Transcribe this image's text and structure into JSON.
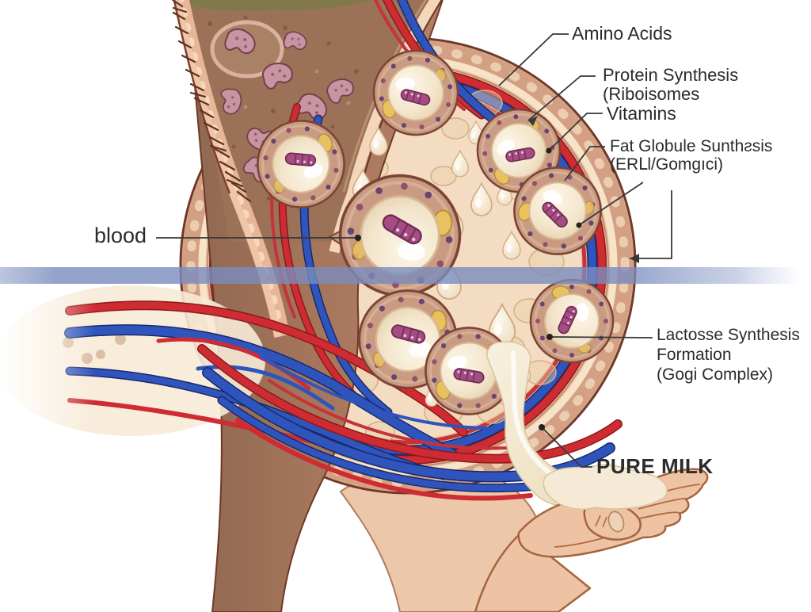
{
  "labels": {
    "blood": {
      "text": "blood"
    },
    "amino_acids": {
      "text": "Amino Acids"
    },
    "protein_synthesis": {
      "line1": "Protein Synthesis",
      "line2": "(Riboisomes"
    },
    "vitamins": {
      "text": "Vitamins"
    },
    "fat_globule": {
      "line1": "Fat Globule Sunthƨsis",
      "line2": "(ERԼl/Gomgıci)"
    },
    "lactose": {
      "line1": "Lactosse Synthesis",
      "line2": "Formation",
      "line3": "(Gogi Complex)"
    },
    "pure_milk": {
      "text": "PURE MILK"
    }
  },
  "colors": {
    "artery_red": "#cf2b33",
    "vein_blue": "#2f55bd",
    "band_blue": "#7a8cbe",
    "milk_cream": "#f4ead6",
    "skin_light": "#eec3a4",
    "skin_mid": "#d9a98b",
    "tissue_brown": "#9b7257",
    "gland_interior": "#f3dcc2",
    "alveolus_ring": "#c59480",
    "caterpillar_purple": "#a54c83",
    "fat_yellow": "#e9c25f",
    "label_text": "#2b2b2b"
  }
}
